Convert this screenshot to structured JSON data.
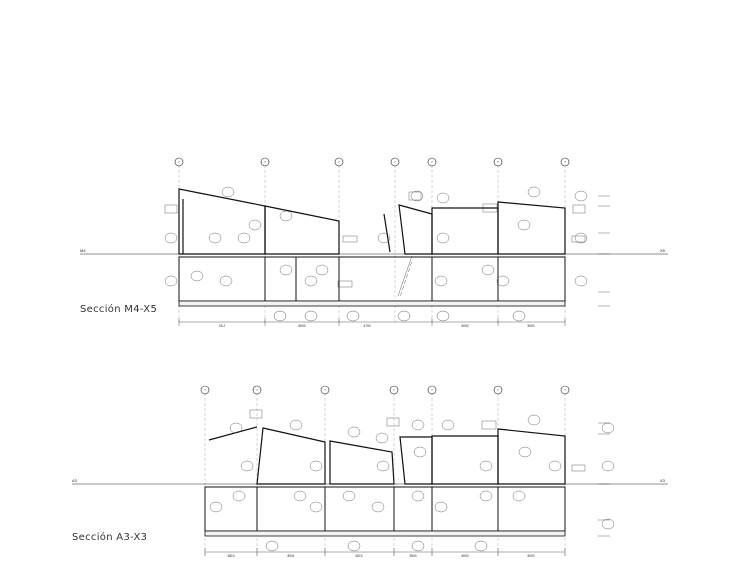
{
  "sections": [
    {
      "id": "m4x5",
      "title": "Sección M4-X5",
      "grid_labels": [
        "7",
        "7",
        "7",
        "7",
        "7",
        "7",
        "7"
      ],
      "axis_left": "M4",
      "axis_right": "X5",
      "dimensions": [
        "18.2",
        "8000",
        "4700",
        "8000",
        "5000"
      ]
    },
    {
      "id": "a3x3",
      "title": "Sección A3-X3",
      "grid_labels": [
        "7",
        "7",
        "7",
        "7",
        "7",
        "7",
        "7"
      ],
      "axis_left": "A3",
      "axis_right": "X3",
      "dimensions": [
        "4810",
        "8041",
        "6013",
        "3500",
        "6000",
        "5000"
      ]
    }
  ]
}
